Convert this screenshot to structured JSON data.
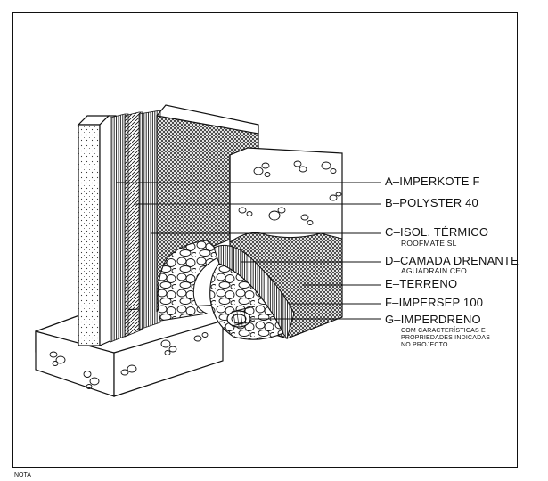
{
  "labels": {
    "a": {
      "title": "A–IMPERKOTE F"
    },
    "b": {
      "title": "B–POLYSTER 40"
    },
    "c": {
      "title": "C–ISOL. TÉRMICO",
      "sub": "ROOFMATE SL"
    },
    "d": {
      "title": "D–CAMADA DRENANTE",
      "sub": "AGUADRAIN CEO"
    },
    "e": {
      "title": "E–TERRENO"
    },
    "f": {
      "title": "F–IMPERSEP 100"
    },
    "g": {
      "title": "G–IMPERDRENO",
      "note": [
        "COM CARACTERÍSTICAS E",
        "PROPRIEDADES INDICADAS",
        "NO PROJECTO"
      ]
    }
  },
  "footer": {
    "nota": "NOTA"
  },
  "colors": {
    "line": "#111111",
    "background": "#ffffff"
  }
}
